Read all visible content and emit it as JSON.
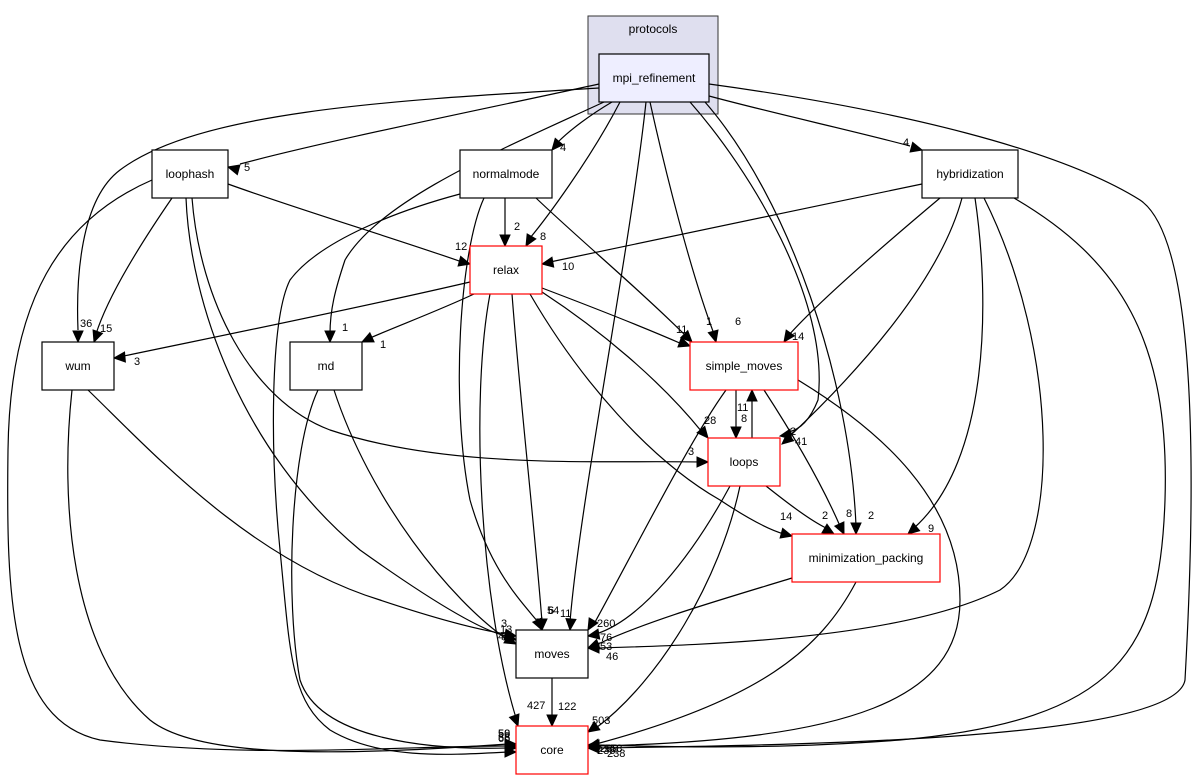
{
  "cluster": {
    "label": "protocols",
    "fill": "#dfdfef",
    "stroke": "#333333"
  },
  "nodes": {
    "mpi_refinement": {
      "label": "mpi_refinement",
      "fill": "#eeeeff",
      "stroke": "#000000"
    },
    "loophash": {
      "label": "loophash",
      "fill": "#ffffff",
      "stroke": "#000000"
    },
    "normalmode": {
      "label": "normalmode",
      "fill": "#ffffff",
      "stroke": "#000000"
    },
    "hybridization": {
      "label": "hybridization",
      "fill": "#ffffff",
      "stroke": "#000000"
    },
    "relax": {
      "label": "relax",
      "fill": "#ffffff",
      "stroke": "#ff0000"
    },
    "wum": {
      "label": "wum",
      "fill": "#ffffff",
      "stroke": "#000000"
    },
    "md": {
      "label": "md",
      "fill": "#ffffff",
      "stroke": "#000000"
    },
    "simple_moves": {
      "label": "simple_moves",
      "fill": "#ffffff",
      "stroke": "#ff0000"
    },
    "loops": {
      "label": "loops",
      "fill": "#ffffff",
      "stroke": "#ff0000"
    },
    "minimization_packing": {
      "label": "minimization_packing",
      "fill": "#ffffff",
      "stroke": "#ff0000"
    },
    "moves": {
      "label": "moves",
      "fill": "#ffffff",
      "stroke": "#000000"
    },
    "core": {
      "label": "core",
      "fill": "#ffffff",
      "stroke": "#ff0000"
    }
  },
  "edges": [
    {
      "from": "mpi_refinement",
      "to": "loophash",
      "label": "5"
    },
    {
      "from": "mpi_refinement",
      "to": "normalmode",
      "label": "4"
    },
    {
      "from": "mpi_refinement",
      "to": "hybridization",
      "label": "4"
    },
    {
      "from": "mpi_refinement",
      "to": "relax",
      "label": "8"
    },
    {
      "from": "mpi_refinement",
      "to": "wum",
      "label": "36"
    },
    {
      "from": "mpi_refinement",
      "to": "md",
      "label": "1"
    },
    {
      "from": "mpi_refinement",
      "to": "simple_moves",
      "label": "6"
    },
    {
      "from": "mpi_refinement",
      "to": "loops",
      "label": "2"
    },
    {
      "from": "mpi_refinement",
      "to": "minimization_packing",
      "label": "2"
    },
    {
      "from": "mpi_refinement",
      "to": "moves",
      "label": "11"
    },
    {
      "from": "mpi_refinement",
      "to": "core",
      "label": "238"
    },
    {
      "from": "loophash",
      "to": "relax",
      "label": "12"
    },
    {
      "from": "loophash",
      "to": "wum",
      "label": "15"
    },
    {
      "from": "loophash",
      "to": "loops",
      "label": "3"
    },
    {
      "from": "loophash",
      "to": "moves",
      "label": "4"
    },
    {
      "from": "loophash",
      "to": "core",
      "label": "56"
    },
    {
      "from": "normalmode",
      "to": "relax",
      "label": "2"
    },
    {
      "from": "normalmode",
      "to": "simple_moves",
      "label": "1"
    },
    {
      "from": "normalmode",
      "to": "moves",
      "label": "6"
    },
    {
      "from": "normalmode",
      "to": "core",
      "label": "50"
    },
    {
      "from": "hybridization",
      "to": "relax",
      "label": "10"
    },
    {
      "from": "hybridization",
      "to": "simple_moves",
      "label": "14"
    },
    {
      "from": "hybridization",
      "to": "loops",
      "label": "41"
    },
    {
      "from": "hybridization",
      "to": "minimization_packing",
      "label": "9"
    },
    {
      "from": "hybridization",
      "to": "moves",
      "label": "46"
    },
    {
      "from": "hybridization",
      "to": "core",
      "label": "238"
    },
    {
      "from": "relax",
      "to": "wum",
      "label": "3"
    },
    {
      "from": "relax",
      "to": "md",
      "label": "1"
    },
    {
      "from": "relax",
      "to": "simple_moves",
      "label": "11"
    },
    {
      "from": "relax",
      "to": "loops",
      "label": "28"
    },
    {
      "from": "relax",
      "to": "minimization_packing",
      "label": "14"
    },
    {
      "from": "relax",
      "to": "moves",
      "label": "54"
    },
    {
      "from": "relax",
      "to": "core",
      "label": "427"
    },
    {
      "from": "wum",
      "to": "moves",
      "label": "13"
    },
    {
      "from": "wum",
      "to": "core",
      "label": "58"
    },
    {
      "from": "md",
      "to": "moves",
      "label": "3"
    },
    {
      "from": "md",
      "to": "core",
      "label": "66"
    },
    {
      "from": "simple_moves",
      "to": "loops",
      "label": "8"
    },
    {
      "from": "simple_moves",
      "to": "minimization_packing",
      "label": "8"
    },
    {
      "from": "simple_moves",
      "to": "moves",
      "label": "260"
    },
    {
      "from": "simple_moves",
      "to": "core",
      "label": "958"
    },
    {
      "from": "loops",
      "to": "simple_moves",
      "label": "11"
    },
    {
      "from": "loops",
      "to": "minimization_packing",
      "label": "2"
    },
    {
      "from": "loops",
      "to": "moves",
      "label": "76"
    },
    {
      "from": "loops",
      "to": "core",
      "label": "503"
    },
    {
      "from": "minimization_packing",
      "to": "moves",
      "label": "53"
    },
    {
      "from": "minimization_packing",
      "to": "core",
      "label": "288"
    },
    {
      "from": "moves",
      "to": "core",
      "label": "122"
    }
  ]
}
